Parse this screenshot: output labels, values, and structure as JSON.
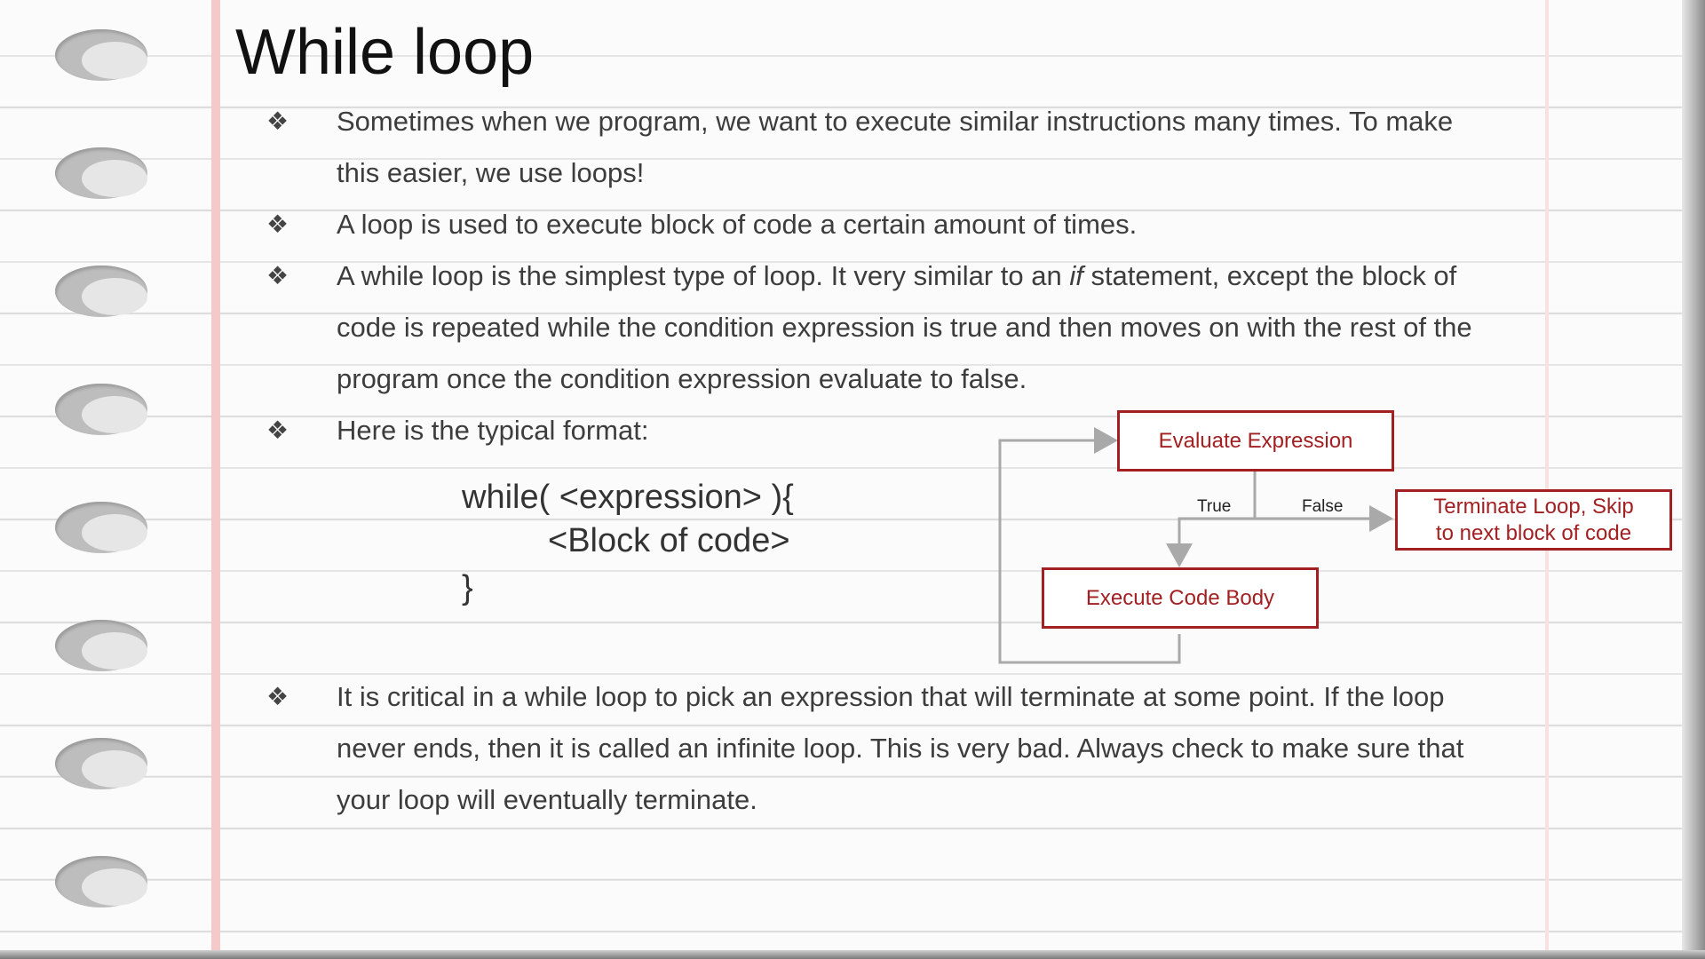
{
  "slide": {
    "title": "While loop",
    "bullet_mark": "❖",
    "bullets": [
      {
        "line1": "Sometimes when we program, we want to execute similar instructions many times. To make",
        "line2": "this easier, we use loops!"
      },
      {
        "line1": "A loop is used to execute block of code a certain amount of times."
      },
      {
        "line1_pre": "A while loop is the simplest type of loop. It very similar to an ",
        "line1_em": "if",
        "line1_post": " statement, except the block of",
        "line2": "code is repeated while the condition expression is true and then moves on with the rest of the",
        "line3": "program once the condition expression evaluate to false."
      },
      {
        "line1": "Here is the typical format:"
      },
      {
        "line1": "It is critical in a while loop to pick an expression that will terminate at some point. If the loop",
        "line2": "never ends, then it is called an infinite loop. This is very bad. Always check to make sure that",
        "line3": "your loop will eventually terminate."
      }
    ],
    "code": {
      "line1": "while( <expression> ){",
      "line2": "<Block of code>",
      "line3": "}"
    }
  },
  "diagram": {
    "nodes": {
      "evaluate": "Evaluate Expression",
      "terminate_line1": "Terminate Loop, Skip",
      "terminate_line2": "to next block of code",
      "execute": "Execute Code Body"
    },
    "edges": {
      "true_label": "True",
      "false_label": "False"
    },
    "colors": {
      "box_border": "#a32022",
      "box_text": "#a32022",
      "arrow": "#a9a9a9"
    }
  }
}
